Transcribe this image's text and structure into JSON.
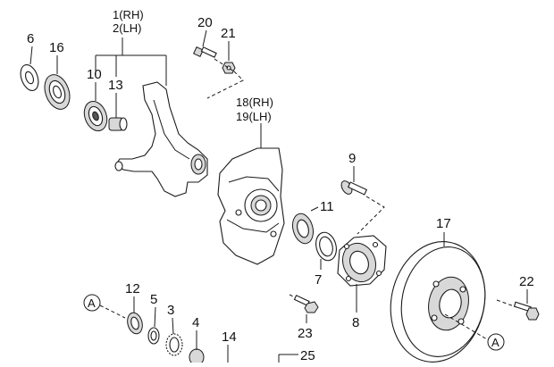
{
  "callouts": {
    "c1": "1(RH)",
    "c2": "2(LH)",
    "c3": "3",
    "c4": "4",
    "c5": "5",
    "c6": "6",
    "c7": "7",
    "c8": "8",
    "c9": "9",
    "c10": "10",
    "c11": "11",
    "c12": "12",
    "c13": "13",
    "c14": "14",
    "c16": "16",
    "c17": "17",
    "c18": "18(RH)",
    "c19": "19(LH)",
    "c20": "20",
    "c21": "21",
    "c22": "22",
    "c23": "23",
    "c25": "25"
  },
  "refs": {
    "ref_a1": "A",
    "ref_a2": "A"
  }
}
